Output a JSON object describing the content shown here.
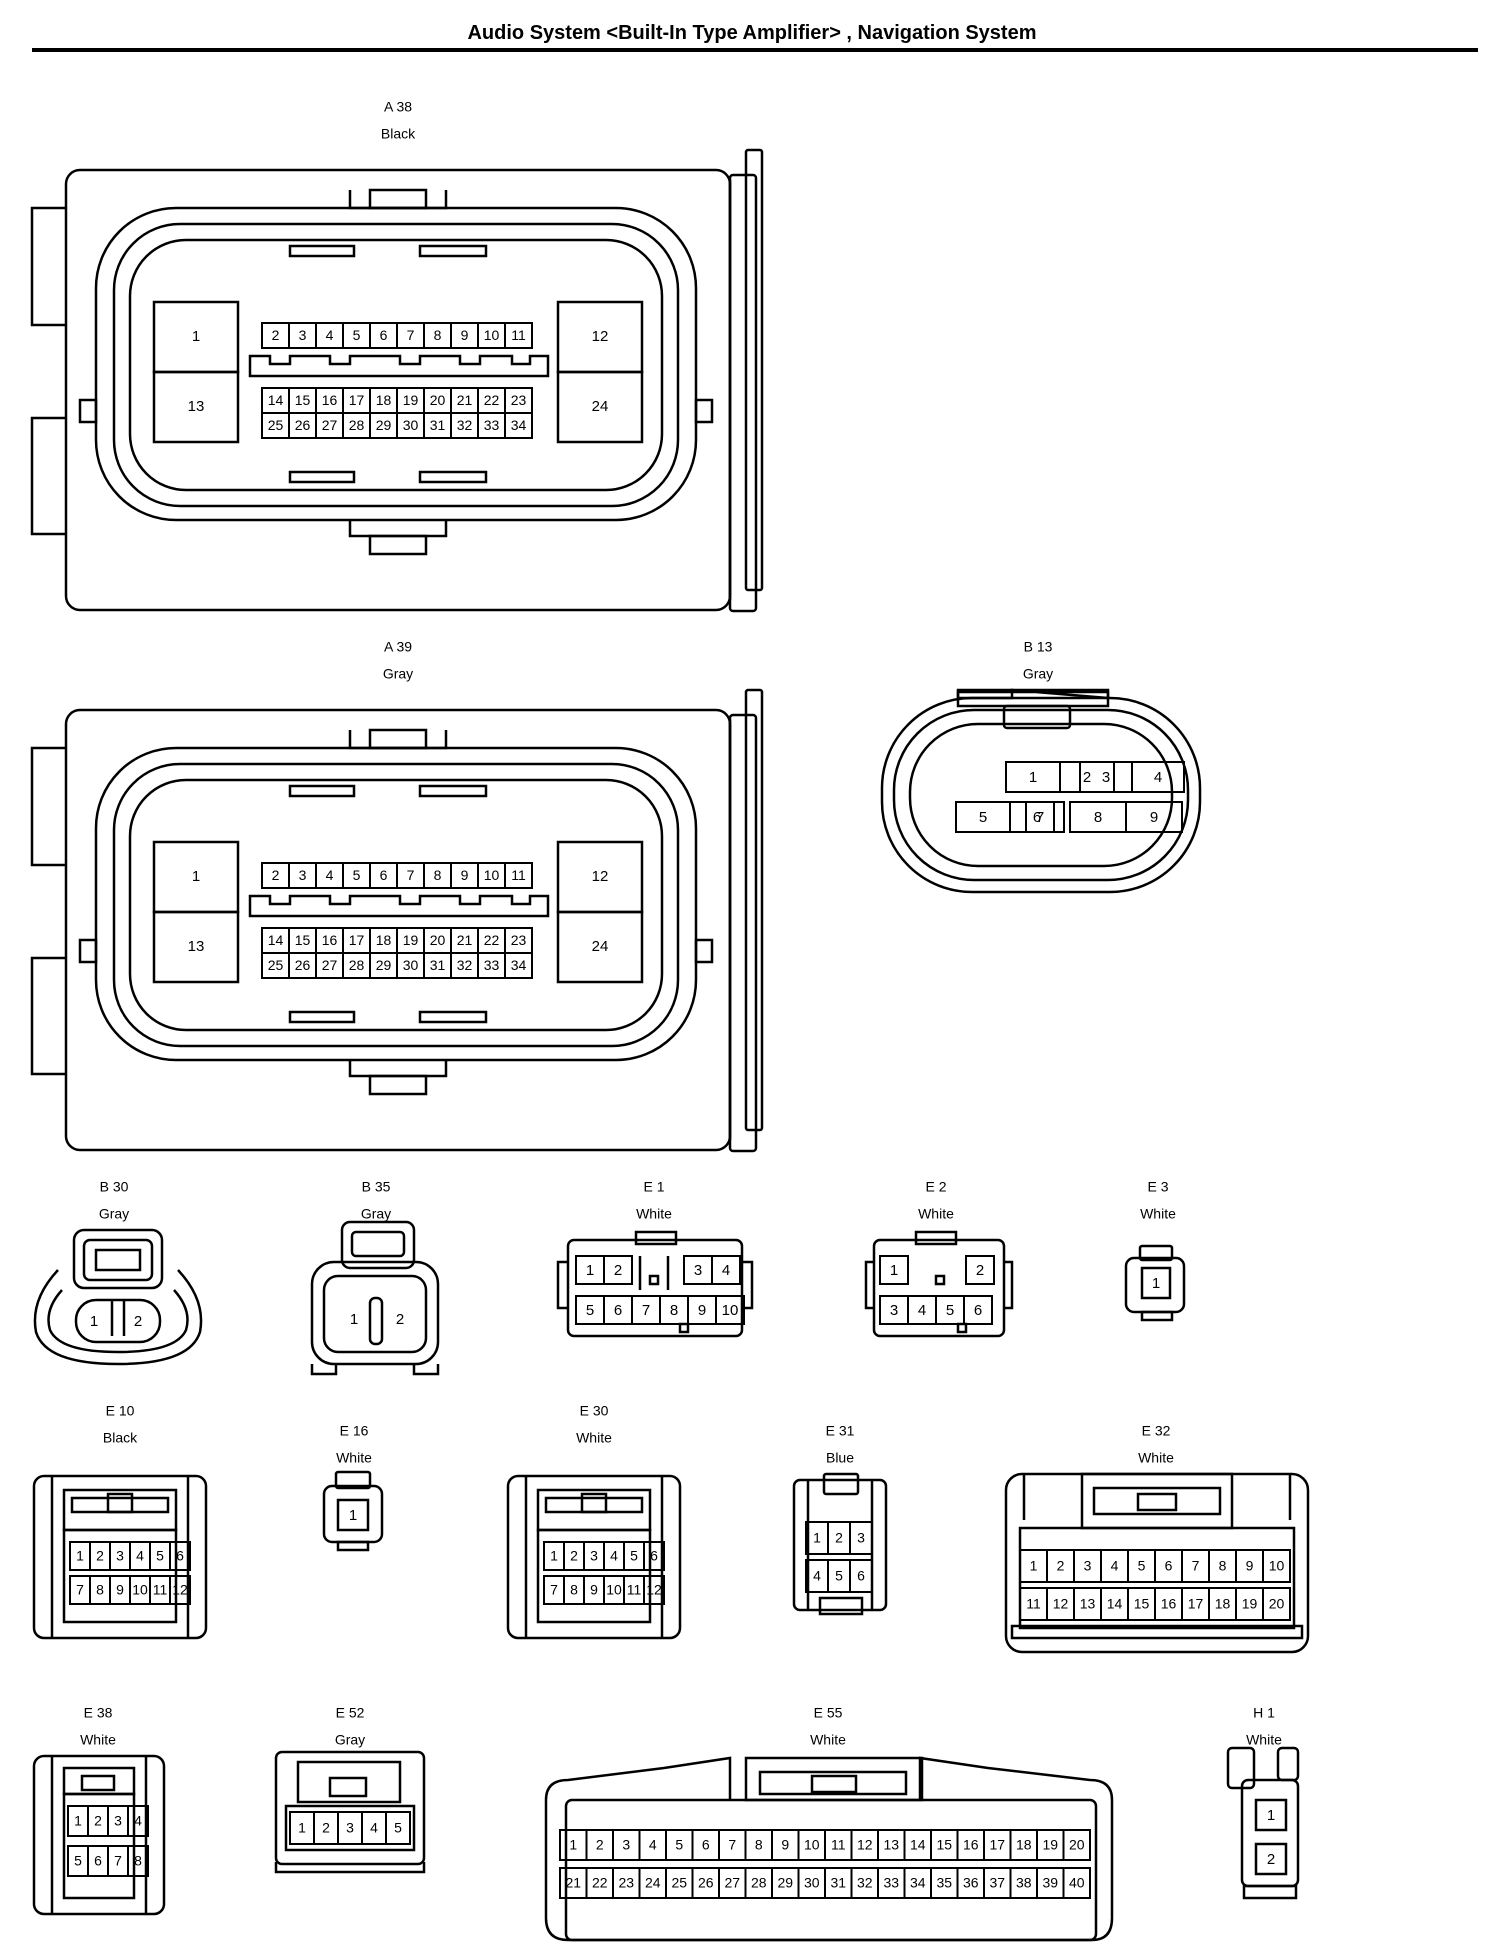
{
  "page": {
    "title": "Audio System <Built-In Type Amplifier> , Navigation System"
  },
  "connectors": {
    "A38": {
      "id": "A 38",
      "color": "Black"
    },
    "A39": {
      "id": "A 39",
      "color": "Gray"
    },
    "B13": {
      "id": "B 13",
      "color": "Gray",
      "row1": [
        "1",
        "2",
        "3",
        "4"
      ],
      "row2": [
        "5",
        "6",
        "7",
        "8",
        "9"
      ]
    },
    "B30": {
      "id": "B 30",
      "color": "Gray",
      "pins": [
        "1",
        "2"
      ]
    },
    "B35": {
      "id": "B 35",
      "color": "Gray",
      "pins": [
        "1",
        "2"
      ]
    },
    "E1": {
      "id": "E 1",
      "color": "White",
      "row1": [
        "1",
        "2",
        "3",
        "4"
      ],
      "row2": [
        "5",
        "6",
        "7",
        "8",
        "9",
        "10"
      ]
    },
    "E2": {
      "id": "E 2",
      "color": "White",
      "row1": [
        "1",
        "2"
      ],
      "row2": [
        "3",
        "4",
        "5",
        "6"
      ]
    },
    "E3": {
      "id": "E 3",
      "color": "White",
      "pins": [
        "1"
      ]
    },
    "E10": {
      "id": "E 10",
      "color": "Black",
      "row1": [
        "1",
        "2",
        "3",
        "4",
        "5",
        "6"
      ],
      "row2": [
        "7",
        "8",
        "9",
        "10",
        "11",
        "12"
      ]
    },
    "E16": {
      "id": "E 16",
      "color": "White",
      "pins": [
        "1"
      ]
    },
    "E30": {
      "id": "E 30",
      "color": "White",
      "row1": [
        "1",
        "2",
        "3",
        "4",
        "5",
        "6"
      ],
      "row2": [
        "7",
        "8",
        "9",
        "10",
        "11",
        "12"
      ]
    },
    "E31": {
      "id": "E 31",
      "color": "Blue",
      "row1": [
        "1",
        "2",
        "3"
      ],
      "row2": [
        "4",
        "5",
        "6"
      ]
    },
    "E32": {
      "id": "E 32",
      "color": "White",
      "row1": [
        "1",
        "2",
        "3",
        "4",
        "5",
        "6",
        "7",
        "8",
        "9",
        "10"
      ],
      "row2": [
        "11",
        "12",
        "13",
        "14",
        "15",
        "16",
        "17",
        "18",
        "19",
        "20"
      ]
    },
    "E38": {
      "id": "E 38",
      "color": "White",
      "row1": [
        "1",
        "2",
        "3",
        "4"
      ],
      "row2": [
        "5",
        "6",
        "7",
        "8"
      ]
    },
    "E52": {
      "id": "E 52",
      "color": "Gray",
      "row1": [
        "1",
        "2",
        "3",
        "4",
        "5"
      ]
    },
    "E55": {
      "id": "E 55",
      "color": "White",
      "row1": [
        "1",
        "2",
        "3",
        "4",
        "5",
        "6",
        "7",
        "8",
        "9",
        "10",
        "11",
        "12",
        "13",
        "14",
        "15",
        "16",
        "17",
        "18",
        "19",
        "20"
      ],
      "row2": [
        "21",
        "22",
        "23",
        "24",
        "25",
        "26",
        "27",
        "28",
        "29",
        "30",
        "31",
        "32",
        "33",
        "34",
        "35",
        "36",
        "37",
        "38",
        "39",
        "40"
      ]
    },
    "H1": {
      "id": "H 1",
      "color": "White",
      "pins": [
        "1",
        "2"
      ]
    }
  },
  "big_connector_pins": {
    "big_left": [
      "1",
      "13"
    ],
    "big_right": [
      "12",
      "24"
    ],
    "row1": [
      "2",
      "3",
      "4",
      "5",
      "6",
      "7",
      "8",
      "9",
      "10",
      "11"
    ],
    "row2": [
      "14",
      "15",
      "16",
      "17",
      "18",
      "19",
      "20",
      "21",
      "22",
      "23"
    ],
    "row3": [
      "25",
      "26",
      "27",
      "28",
      "29",
      "30",
      "31",
      "32",
      "33",
      "34"
    ]
  }
}
